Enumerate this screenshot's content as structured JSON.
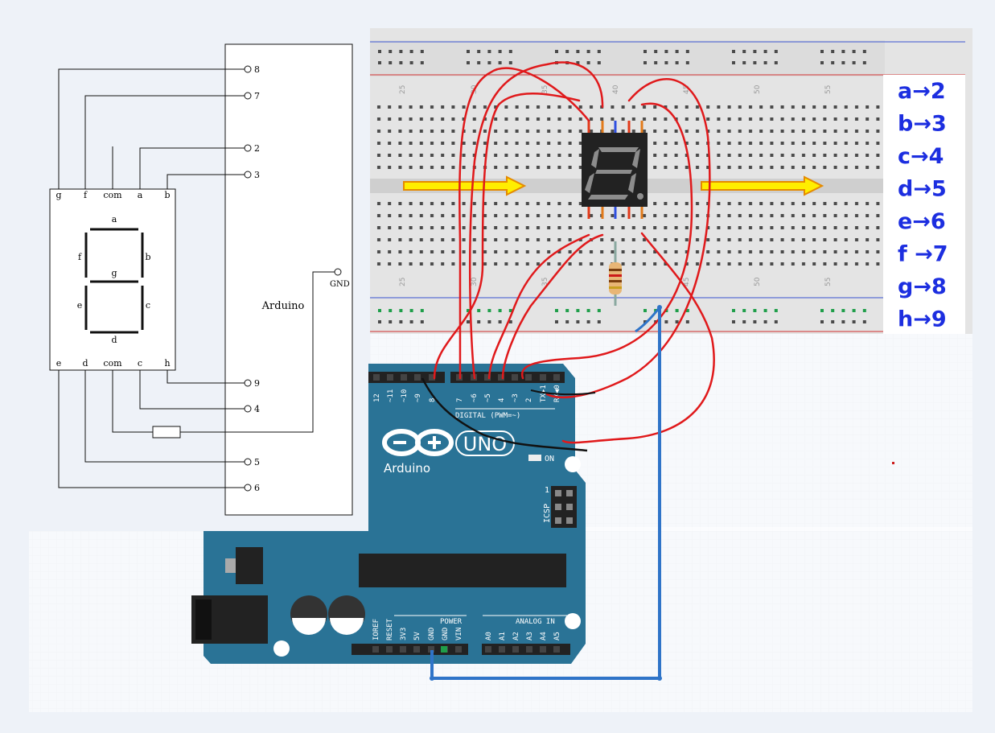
{
  "schematic": {
    "top_pins": [
      "g",
      "f",
      "com",
      "a",
      "b"
    ],
    "bottom_pins": [
      "e",
      "d",
      "com",
      "c",
      "h"
    ],
    "segments": [
      "a",
      "b",
      "c",
      "d",
      "e",
      "f",
      "g"
    ],
    "arduino_label": "Arduino",
    "gnd_label": "GND",
    "pin_numbers": [
      "8",
      "7",
      "2",
      "3",
      "9",
      "4",
      "5",
      "6"
    ]
  },
  "breadboard": {
    "column_numbers": [
      "25",
      "30",
      "35",
      "40",
      "45",
      "50",
      "55"
    ]
  },
  "mapping": [
    {
      "segment": "a",
      "arrow": "→",
      "pin": "2"
    },
    {
      "segment": "b",
      "arrow": "→",
      "pin": "3"
    },
    {
      "segment": "c",
      "arrow": "→",
      "pin": "4"
    },
    {
      "segment": "d",
      "arrow": "→",
      "pin": "5"
    },
    {
      "segment": "e",
      "arrow": "→",
      "pin": "6"
    },
    {
      "segment": "f ",
      "arrow": "→",
      "pin": "7"
    },
    {
      "segment": "g",
      "arrow": "→",
      "pin": "8"
    },
    {
      "segment": "h",
      "arrow": "→",
      "pin": "9"
    }
  ],
  "board": {
    "digital_pins": [
      "12",
      "~11",
      "~10",
      "~9",
      "8",
      "7",
      "~6",
      "~5",
      "4",
      "~3",
      "2",
      "TX▶1",
      "RX◀0"
    ],
    "digital_label": "DIGITAL (PWM=~)",
    "brand": "Arduino",
    "model": "UNO",
    "on_label": "ON",
    "icsp_label": "ICSP",
    "icsp_pin1": "1",
    "power_label": "POWER",
    "power_pins": [
      "IOREF",
      "RESET",
      "3V3",
      "5V",
      "GND",
      "GND",
      "VIN"
    ],
    "analog_label": "ANALOG IN",
    "analog_pins": [
      "A0",
      "A1",
      "A2",
      "A3",
      "A4",
      "A5"
    ]
  },
  "colors": {
    "board": "#2a7396",
    "wire_red": "#e0191b",
    "wire_blue": "#2f74c8",
    "wire_black": "#111111",
    "mapping_text": "#1c2ee0",
    "arrow_fill": "#ffee00"
  }
}
